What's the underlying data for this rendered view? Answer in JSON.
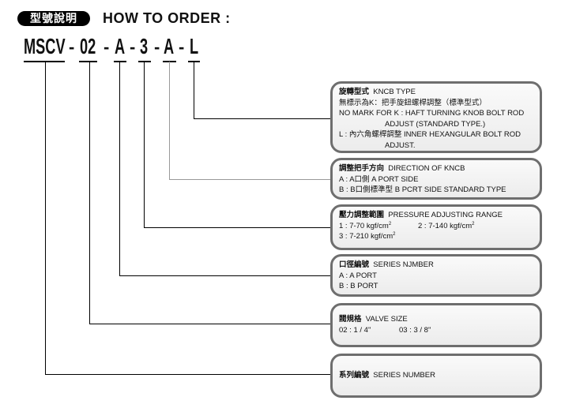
{
  "header": {
    "badge": "型號說明",
    "title": "HOW TO ORDER :"
  },
  "code": {
    "segments": [
      "MSCV",
      "02",
      "A",
      "3",
      "A",
      "L"
    ],
    "separator": "-"
  },
  "boxes": [
    {
      "title_cn": "旋轉型式",
      "title_en": "KNCB TYPE",
      "lines": [
        "無標示為K：把手旋鈕螺桿調整（標準型式）",
        "NO MARK FOR K : HAFT TURNING KNOB BOLT ROD",
        "ADJUST (STANDARD TYPE.)",
        "L : 內六角螺桿調整  INNER HEXANGULAR BOLT ROD",
        "ADJUST."
      ]
    },
    {
      "title_cn": "調整把手方向",
      "title_en": "DIRECTION OF KNCB",
      "lines": [
        "A : A口側  A PORT SIDE",
        "B : B口側標準型  B PCRT SIDE STANDARD TYPE"
      ]
    },
    {
      "title_cn": "壓力調整範圍",
      "title_en": "PRESSURE ADJUSTING RANGE",
      "lines": [
        "1 : 7-70 kgf/cm",
        "2 : 7-140 kgf/cm",
        "3 : 7-210 kgf/cm"
      ],
      "sup": "2"
    },
    {
      "title_cn": "口徑編號",
      "title_en": "SERIES NJMBER",
      "lines": [
        "A :  A PORT",
        "B :  B PORT"
      ]
    },
    {
      "title_cn": "閥規格",
      "title_en": "VALVE SIZE",
      "lines": [
        "02 : 1 / 4\"",
        "03 : 3 / 8\""
      ]
    },
    {
      "title_cn": "系列編號",
      "title_en": "SERIES NUMBER",
      "lines": []
    }
  ]
}
